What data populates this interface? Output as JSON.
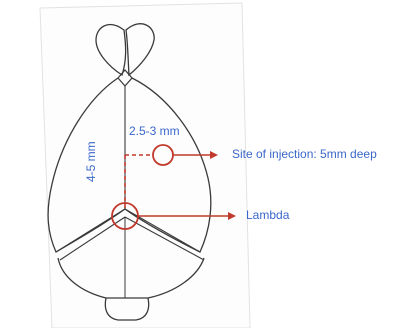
{
  "labels": {
    "distance_horizontal": "2.5-3 mm",
    "distance_vertical": "4-5 mm",
    "injection_site": "Site of injection: 5mm deep",
    "lambda": "Lambda"
  },
  "colors": {
    "sketch_line": "#3a3a3a",
    "measure_blue": "#3a67c9",
    "marker_red": "#c0392b",
    "paper": "#fdfdfd"
  }
}
